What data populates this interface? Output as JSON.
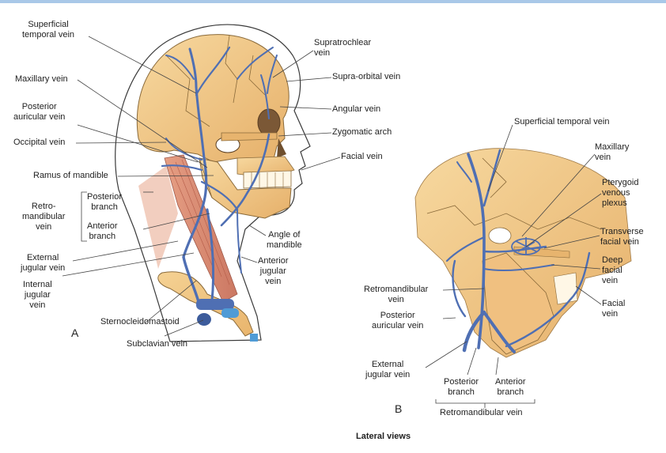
{
  "panel_a": {
    "letter": "A",
    "labels": {
      "superficial_temporal": "Superficial\ntemporal vein",
      "maxillary": "Maxillary vein",
      "posterior_auricular": "Posterior\nauricular vein",
      "occipital": "Occipital vein",
      "ramus": "Ramus of mandible",
      "retromandibular": "Retro-\nmandibular\nvein",
      "posterior_branch": "Posterior\nbranch",
      "anterior_branch": "Anterior\nbranch",
      "external_jugular": "External\njugular vein",
      "internal_jugular": "Internal\njugular\nvein",
      "sternocleidomastoid": "Sternocleidomastoid",
      "subclavian": "Subclavian vein",
      "supratrochlear": "Supratrochlear\nvein",
      "supraorbital": "Supra-orbital vein",
      "angular": "Angular vein",
      "zygomatic": "Zygomatic arch",
      "facial": "Facial vein",
      "angle_mandible": "Angle of\nmandible",
      "anterior_jugular": "Anterior\njugular\nvein"
    }
  },
  "panel_b": {
    "letter": "B",
    "labels": {
      "superficial_temporal": "Superficial temporal vein",
      "maxillary": "Maxillary\nvein",
      "pterygoid": "Pterygoid\nvenous\nplexus",
      "transverse_facial": "Transverse\nfacial vein",
      "deep_facial": "Deep\nfacial\nvein",
      "facial": "Facial\nvein",
      "retromandibular": "Retromandibular\nvein",
      "posterior_auricular": "Posterior\nauricular vein",
      "external_jugular": "External\njugular vein",
      "posterior_branch": "Posterior\nbranch",
      "anterior_branch": "Anterior\nbranch",
      "retromandibular_bottom": "Retromandibular vein"
    }
  },
  "caption": "Lateral views",
  "colors": {
    "bone": "#f2c886",
    "bone_shadow": "#dca45a",
    "vein": "#4f6fb3",
    "muscle": "#d9826a",
    "outline": "#3a3a3a",
    "leader": "#444444"
  }
}
